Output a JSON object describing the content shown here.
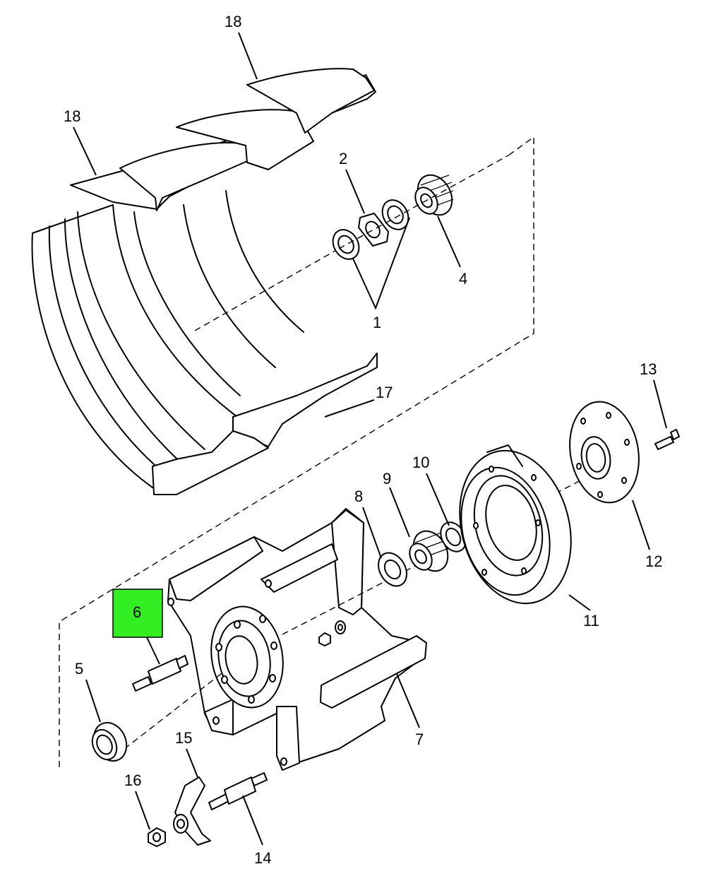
{
  "highlight_color": "#33ee22",
  "callouts": [
    {
      "id": "18a",
      "label": "18"
    },
    {
      "id": "18b",
      "label": "18"
    },
    {
      "id": "2",
      "label": "2"
    },
    {
      "id": "4",
      "label": "4"
    },
    {
      "id": "1",
      "label": "1"
    },
    {
      "id": "17",
      "label": "17"
    },
    {
      "id": "13",
      "label": "13"
    },
    {
      "id": "10",
      "label": "10"
    },
    {
      "id": "9",
      "label": "9"
    },
    {
      "id": "8",
      "label": "8"
    },
    {
      "id": "12",
      "label": "12"
    },
    {
      "id": "11",
      "label": "11"
    },
    {
      "id": "6",
      "label": "6",
      "highlighted": true
    },
    {
      "id": "5",
      "label": "5"
    },
    {
      "id": "7",
      "label": "7"
    },
    {
      "id": "15",
      "label": "15"
    },
    {
      "id": "16",
      "label": "16"
    },
    {
      "id": "14",
      "label": "14"
    }
  ]
}
